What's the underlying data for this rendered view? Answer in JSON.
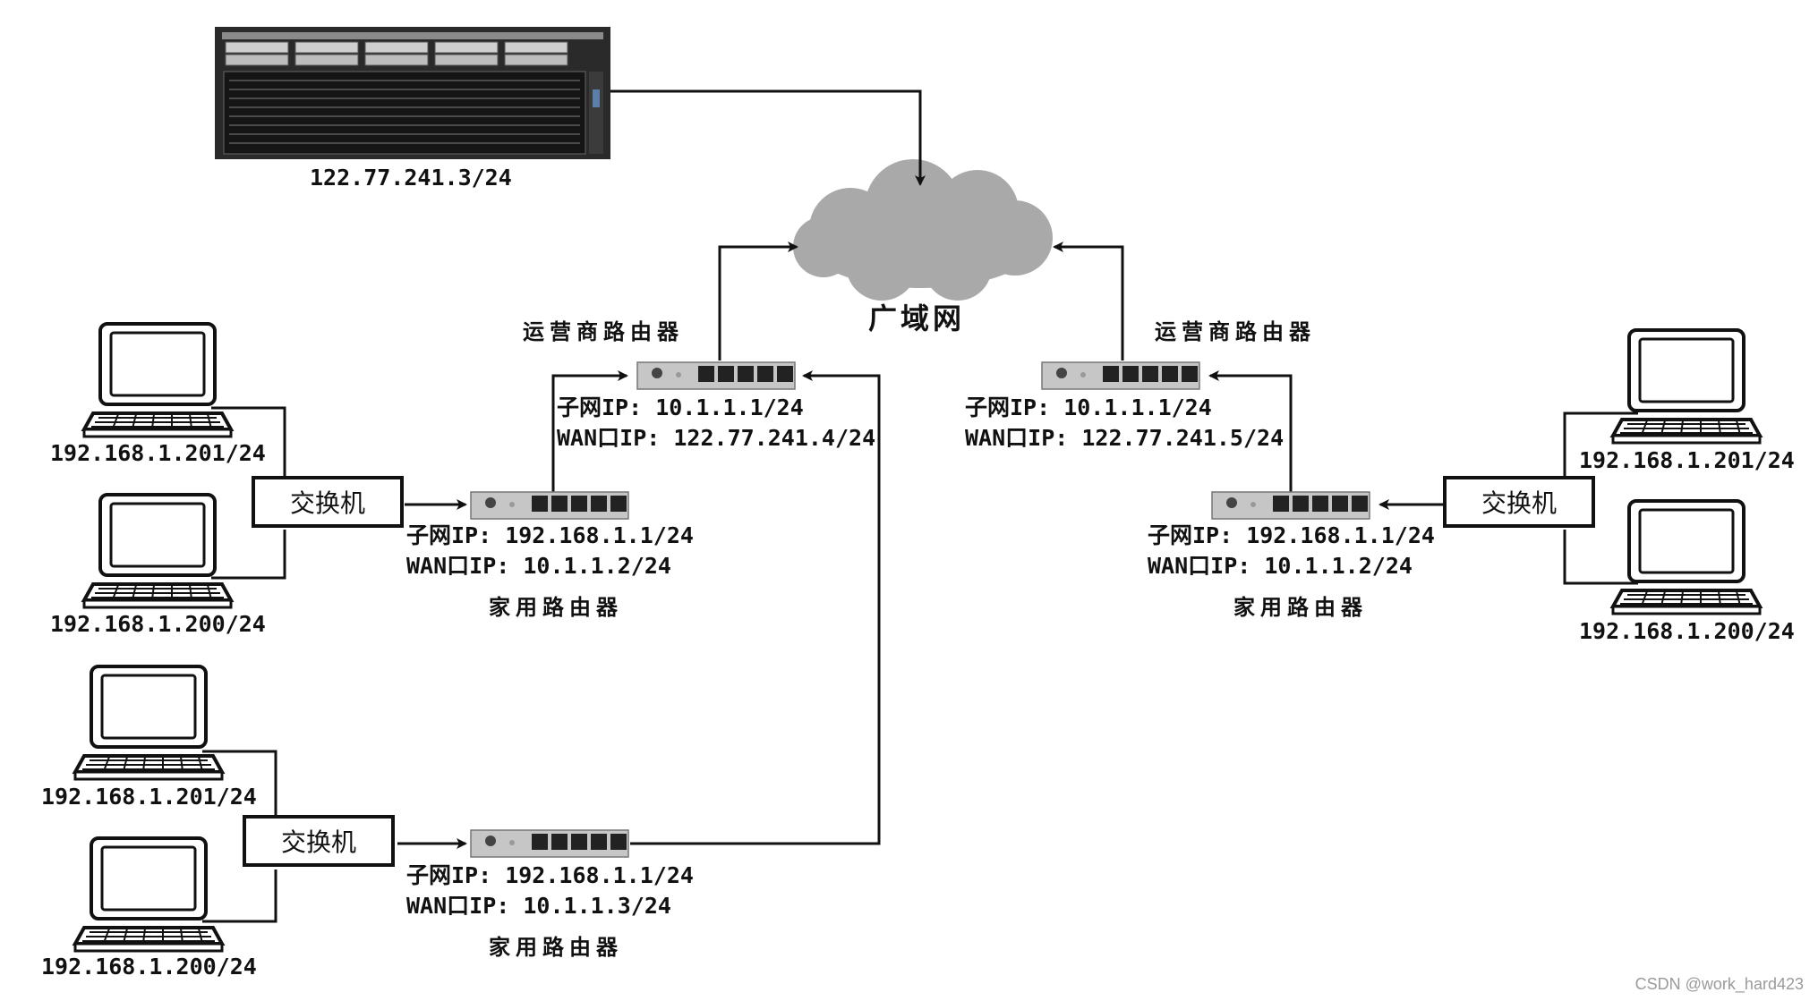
{
  "server": {
    "ip": "122.77.241.3/24"
  },
  "cloud": {
    "label": "广域网"
  },
  "isp_left": {
    "name": "运营商路由器",
    "subnet": "子网IP: 10.1.1.1/24",
    "wan": "WAN口IP: 122.77.241.4/24"
  },
  "isp_right": {
    "name": "运营商路由器",
    "subnet": "子网IP: 10.1.1.1/24",
    "wan": "WAN口IP: 122.77.241.5/24"
  },
  "home_left_top": {
    "name": "家用路由器",
    "subnet": "子网IP: 192.168.1.1/24",
    "wan": "WAN口IP: 10.1.1.2/24"
  },
  "home_left_bottom": {
    "name": "家用路由器",
    "subnet": "子网IP: 192.168.1.1/24",
    "wan": "WAN口IP: 10.1.1.3/24"
  },
  "home_right": {
    "name": "家用路由器",
    "subnet": "子网IP: 192.168.1.1/24",
    "wan": "WAN口IP: 10.1.1.2/24"
  },
  "switches": {
    "left_top": "交换机",
    "left_bottom": "交换机",
    "right": "交换机"
  },
  "hosts": {
    "lt_a": "192.168.1.201/24",
    "lt_b": "192.168.1.200/24",
    "lb_a": "192.168.1.201/24",
    "lb_b": "192.168.1.200/24",
    "r_a": "192.168.1.201/24",
    "r_b": "192.168.1.200/24"
  },
  "watermark": "CSDN @work_hard423",
  "icons": [
    "server-icon",
    "cloud-icon",
    "router-icon",
    "laptop-icon",
    "switch-box"
  ]
}
